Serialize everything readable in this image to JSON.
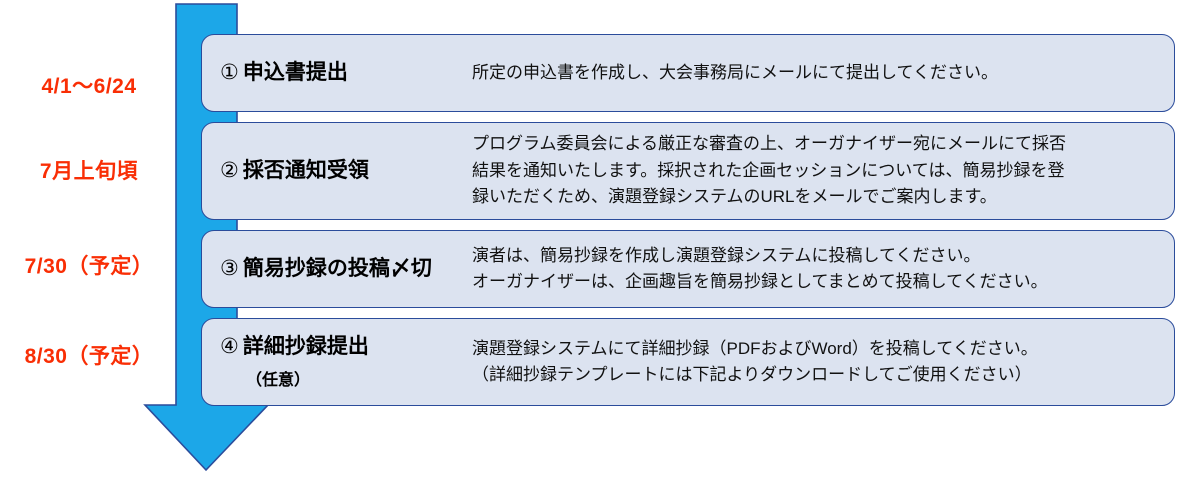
{
  "colors": {
    "arrow_fill": "#1CA7E8",
    "arrow_stroke": "#2B4C9B",
    "box_fill": "#DCE3F0",
    "box_border": "#2B4C9B",
    "date_text": "#F92E05",
    "body_text": "#111111",
    "background": "#FFFFFF"
  },
  "arrow": {
    "name": "downward-process-arrow",
    "direction": "down"
  },
  "dates": [
    {
      "text": "4/1～6/24"
    },
    {
      "text": "7月上旬頃"
    },
    {
      "text": "7/30（予定）"
    },
    {
      "text": "8/30（予定）"
    }
  ],
  "steps": [
    {
      "number": "①",
      "title": "申込書提出",
      "subtitle": "",
      "body": [
        "所定の申込書を作成し、大会事務局にメールにて提出してください。"
      ]
    },
    {
      "number": "②",
      "title": "採否通知受領",
      "subtitle": "",
      "body": [
        "プログラム委員会による厳正な審査の上、オーガナイザー宛にメールにて採否",
        "結果を通知いたします。採択された企画セッションについては、簡易抄録を登",
        "録いただくため、演題登録システムのURLをメールでご案内します。"
      ]
    },
    {
      "number": "③",
      "title": "簡易抄録の投稿〆切",
      "subtitle": "",
      "body": [
        "演者は、簡易抄録を作成し演題登録システムに投稿してください。",
        "オーガナイザーは、企画趣旨を簡易抄録としてまとめて投稿してください。"
      ]
    },
    {
      "number": "④",
      "title": "詳細抄録提出",
      "subtitle": "（任意）",
      "body": [
        "演題登録システムにて詳細抄録（PDFおよびWord）を投稿してください。",
        "（詳細抄録テンプレートには下記よりダウンロードしてご使用ください）"
      ]
    }
  ]
}
